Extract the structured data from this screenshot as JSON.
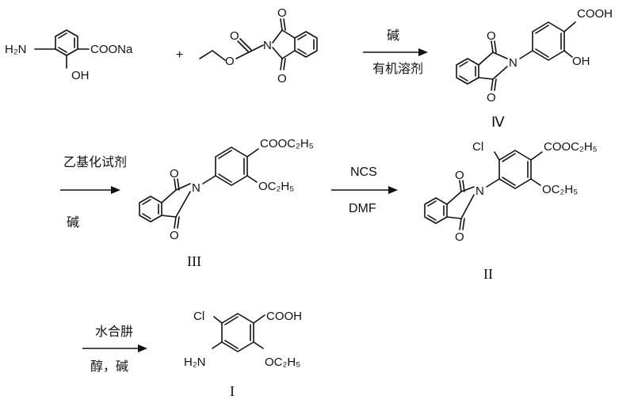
{
  "step1": {
    "reagent_amino_group": "H₂N",
    "reagent_ester_group": "COONa",
    "reagent_hydroxy": "OH",
    "plus_sign": "+",
    "phthalimide_o_top": "O",
    "phthalimide_o_bottom": "O",
    "phthalimide_n": "N",
    "carbonyl_o": "O",
    "ester_o": "O",
    "condition_top": "碱",
    "condition_bottom": "有机溶剂",
    "product_acid": "COOH",
    "product_hydroxy": "OH",
    "product_o_top": "O",
    "product_o_bottom": "O",
    "product_n": "N",
    "product_label": "Ⅳ"
  },
  "step2": {
    "condition_top": "乙基化试剂",
    "condition_bottom": "碱",
    "ester": "COOC₂H₅",
    "ethoxy": "OC₂H₅",
    "o_top": "O",
    "o_bottom": "O",
    "n": "N",
    "product_label": "III"
  },
  "step3": {
    "condition_top": "NCS",
    "condition_bottom": "DMF",
    "chloro": "Cl",
    "ester": "COOC₂H₅",
    "ethoxy": "OC₂H₅",
    "o_top": "O",
    "o_bottom": "O",
    "n": "N",
    "product_label": "II"
  },
  "step4": {
    "condition_top": "水合肼",
    "condition_bottom": "醇，碱",
    "chloro": "Cl",
    "acid": "COOH",
    "amino": "H₂N",
    "ethoxy": "OC₂H₅",
    "product_label": "I"
  }
}
